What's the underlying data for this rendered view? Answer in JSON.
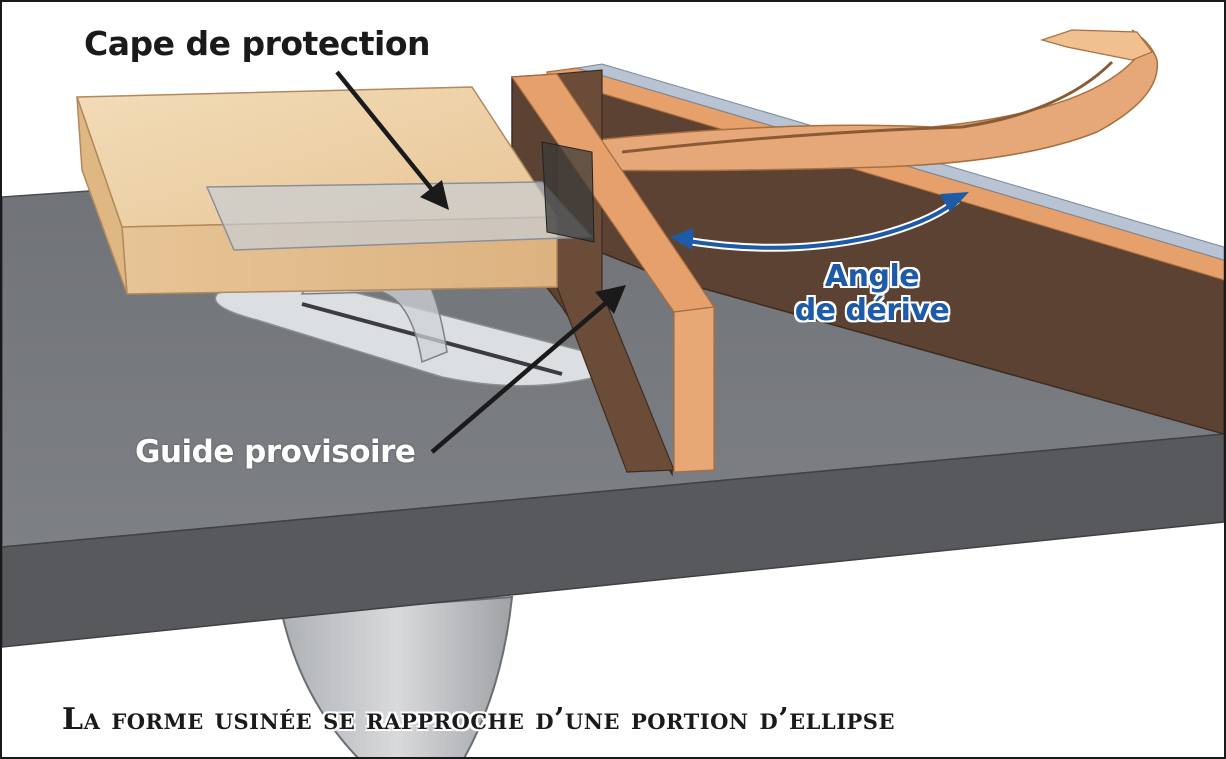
{
  "labels": {
    "cape": "Cape de protection",
    "guide": "Guide provisoire",
    "angle_line1": "Angle",
    "angle_line2": "de dérive"
  },
  "caption": "La forme usinée se rapproche d’une portion d’ellipse",
  "colors": {
    "table_top": "#76797d",
    "table_front": "#57595c",
    "wood_light": "#efd3ab",
    "wood_side": "#e0b988",
    "fence_dark": "#5c4232",
    "fence_edge": "#e6a06b",
    "blade": "#b9bcbf",
    "arrow": "#1a1a1a",
    "angle_blue": "#1d5aa8"
  }
}
